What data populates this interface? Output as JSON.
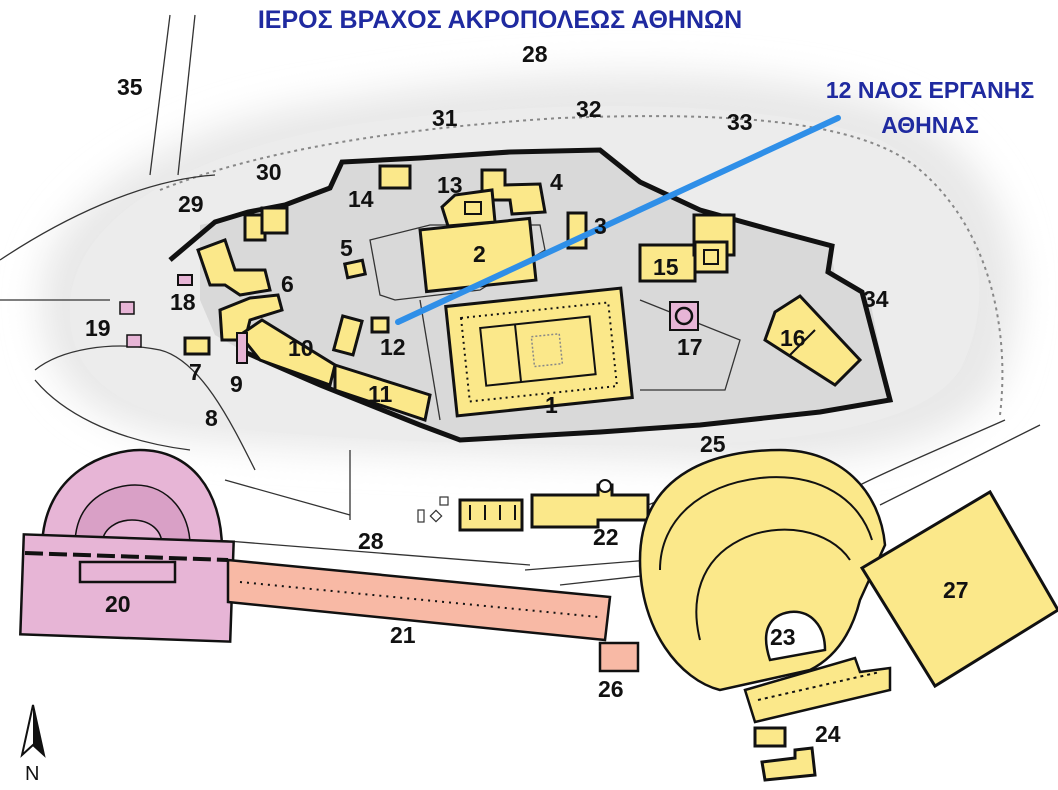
{
  "title": "ΙΕΡΟΣ ΒΡΑΧΟΣ ΑΚΡΟΠΟΛΕΩΣ ΑΘΗΝΩΝ",
  "callout": {
    "line1": "12 ΝΑΟΣ ΕΡΓΑΝΗΣ",
    "line2": "ΑΘΗΝΑΣ",
    "line_color": "#2f8fe8"
  },
  "north_label": "N",
  "colors": {
    "building": "#fbe88a",
    "odeon_herodes": "#e7b5d6",
    "stoa_eumenes": "#f8b9a5",
    "rock": "#dcdcdc",
    "title": "#1f2aa0"
  },
  "labels": {
    "l1": "1",
    "l2": "2",
    "l3": "3",
    "l4": "4",
    "l5": "5",
    "l6": "6",
    "l7": "7",
    "l8": "8",
    "l9": "9",
    "l10": "10",
    "l11": "11",
    "l12": "12",
    "l13": "13",
    "l14": "14",
    "l15": "15",
    "l16": "16",
    "l17": "17",
    "l18": "18",
    "l19": "19",
    "l20": "20",
    "l21": "21",
    "l22": "22",
    "l23": "23",
    "l24": "24",
    "l25": "25",
    "l26": "26",
    "l27": "27",
    "l28a": "28",
    "l28b": "28",
    "l29": "29",
    "l30": "30",
    "l31": "31",
    "l32": "32",
    "l33": "33",
    "l34": "34",
    "l35": "35"
  }
}
